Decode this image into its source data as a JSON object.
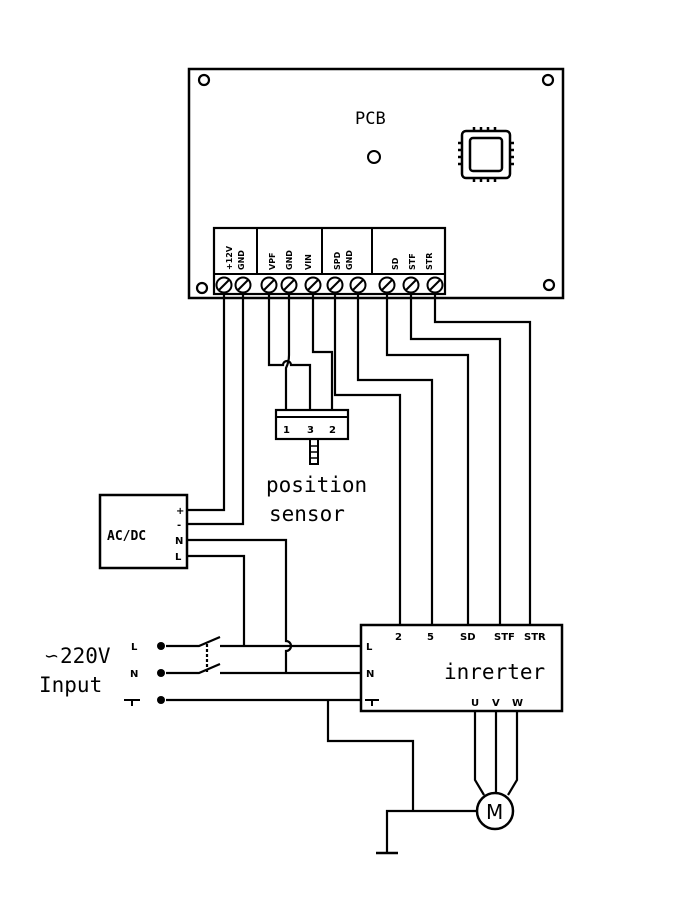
{
  "pcb": {
    "title": "PCB",
    "terminal_groups": [
      [
        "+12V",
        "GND"
      ],
      [
        "VPF",
        "GND",
        "VIN"
      ],
      [
        "SPD",
        "GND"
      ],
      [
        "SD",
        "STF",
        "STR"
      ]
    ]
  },
  "sensor": {
    "pins": [
      "1",
      "3",
      "2"
    ],
    "label_line1": "position",
    "label_line2": "sensor"
  },
  "acdc": {
    "title": "AC/DC",
    "pins": [
      "+",
      "-",
      "N",
      "L"
    ]
  },
  "input": {
    "voltage": "220V",
    "label": "Input",
    "lines": [
      "L",
      "N"
    ]
  },
  "inverter": {
    "title": "inrerter",
    "top_terminals": [
      "2",
      "5",
      "SD",
      "STF",
      "STR"
    ],
    "left_terminals": [
      "L",
      "N"
    ],
    "bottom_terminals": [
      "U",
      "V",
      "W"
    ]
  },
  "motor": {
    "label": "M"
  }
}
